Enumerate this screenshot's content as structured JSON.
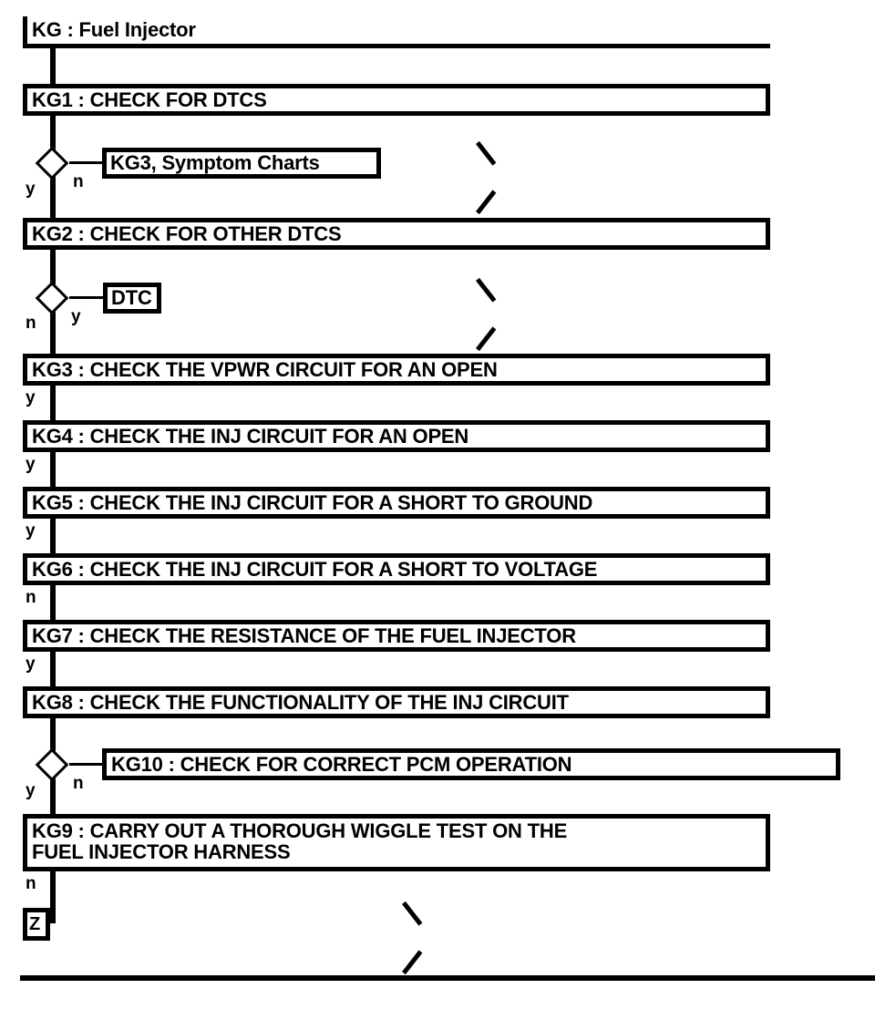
{
  "diagram": {
    "type": "flowchart",
    "title_box": {
      "label": "KG : Fuel Injector"
    },
    "steps": [
      {
        "id": "KG1",
        "label": "KG1 : CHECK FOR DTCS"
      },
      {
        "id": "KG2",
        "label": "KG2 : CHECK FOR OTHER DTCS"
      },
      {
        "id": "KG3",
        "label": "KG3 : CHECK THE VPWR CIRCUIT FOR AN OPEN"
      },
      {
        "id": "KG4",
        "label": "KG4 : CHECK THE INJ CIRCUIT FOR AN OPEN"
      },
      {
        "id": "KG5",
        "label": "KG5 : CHECK THE INJ CIRCUIT FOR A SHORT TO GROUND"
      },
      {
        "id": "KG6",
        "label": "KG6 : CHECK THE INJ CIRCUIT FOR A SHORT TO VOLTAGE"
      },
      {
        "id": "KG7",
        "label": "KG7 : CHECK THE RESISTANCE OF THE FUEL INJECTOR"
      },
      {
        "id": "KG8",
        "label": "KG8 : CHECK THE FUNCTIONALITY OF THE INJ CIRCUIT"
      },
      {
        "id": "KG10",
        "label": "KG10 : CHECK FOR CORRECT PCM OPERATION"
      },
      {
        "id": "KG9",
        "label": "KG9 : CARRY OUT A THOROUGH WIGGLE TEST ON THE\nFUEL INJECTOR HARNESS"
      }
    ],
    "refs": [
      {
        "id": "ref-symptom-charts",
        "label": "KG3, Symptom Charts"
      },
      {
        "id": "ref-dtc",
        "label": "DTC"
      },
      {
        "id": "ref-z",
        "label": "Z"
      }
    ],
    "branch_labels": {
      "kg1_yes": "y",
      "kg1_no": "n",
      "kg2_no": "n",
      "kg2_yes": "y",
      "kg3_yes": "y",
      "kg4_yes": "y",
      "kg5_yes": "y",
      "kg6_no": "n",
      "kg7_yes": "y",
      "kg8_yes": "y",
      "kg8_no": "n",
      "kg9_no": "n"
    },
    "icons": {
      "chevron": "chevron-right-icon"
    },
    "colors": {
      "ink": "#000000",
      "paper": "#ffffff"
    }
  }
}
